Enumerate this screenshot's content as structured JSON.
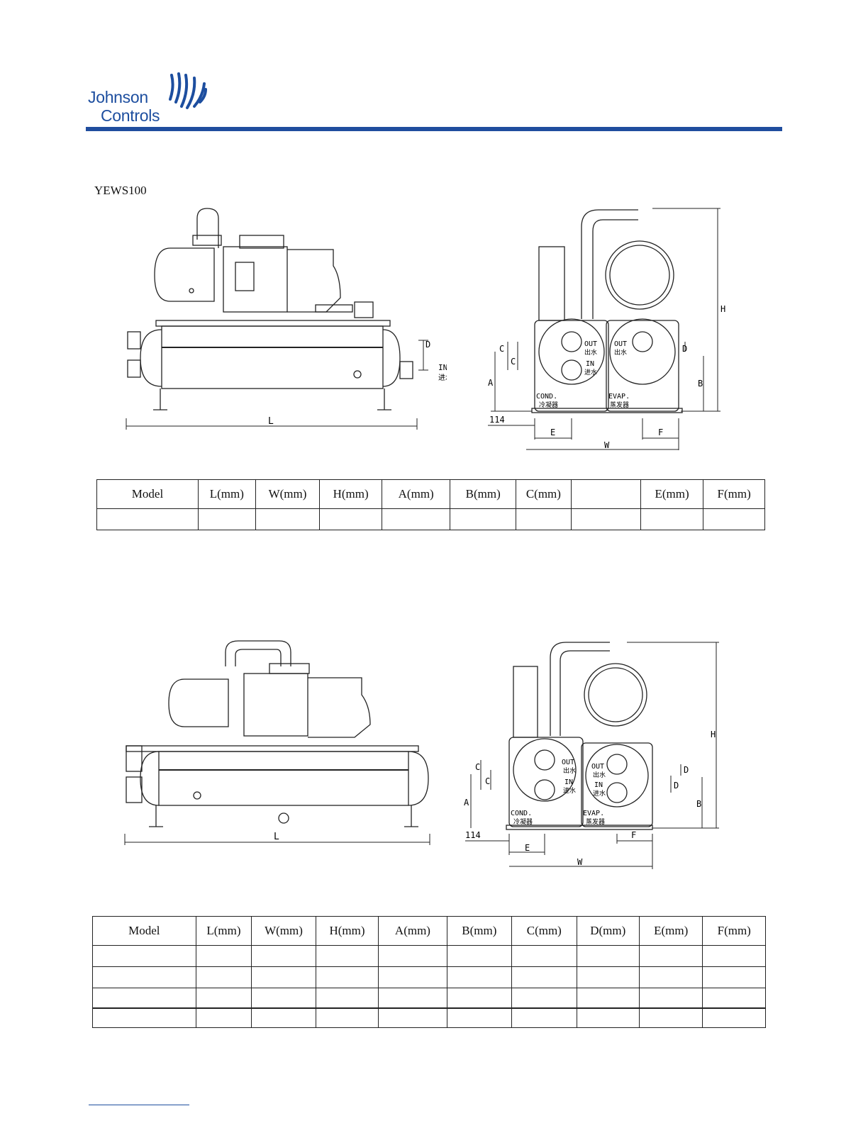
{
  "brand": {
    "line1": "Johnson",
    "line2": "Controls",
    "color": "#1d4e9f"
  },
  "section1": {
    "model": "YEWS100"
  },
  "drawing_labels": {
    "L": "L",
    "W": "W",
    "H": "H",
    "A": "A",
    "B": "B",
    "C": "C",
    "D": "D",
    "E": "E",
    "F": "F",
    "dim114": "114",
    "out": "OUT",
    "out_cn": "出水",
    "in": "IN",
    "in_cn": "进水",
    "cond": "COND.",
    "cond_cn": "冷凝器",
    "evap": "EVAP.",
    "evap_cn": "蒸发器"
  },
  "table1": {
    "headers": [
      "Model",
      "L(mm)",
      "W(mm)",
      "H(mm)",
      "A(mm)",
      "B(mm)",
      "C(mm)",
      "",
      "E(mm)",
      "F(mm)"
    ]
  },
  "table2": {
    "headers": [
      "Model",
      "L(mm)",
      "W(mm)",
      "H(mm)",
      "A(mm)",
      "B(mm)",
      "C(mm)",
      "D(mm)",
      "E(mm)",
      "F(mm)"
    ]
  }
}
